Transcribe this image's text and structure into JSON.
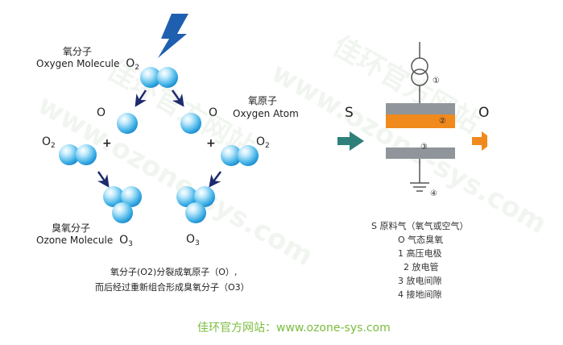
{
  "watermark": {
    "text_cn": "佳环官方网站",
    "text_en": "www.ozone-sys.com"
  },
  "left_diagram": {
    "oxygen_molecule": {
      "cn": "氧分子",
      "en": "Oxygen Molecule",
      "formula": "O",
      "sub": "2"
    },
    "oxygen_atom": {
      "cn": "氧原子",
      "en": "Oxygen Atom"
    },
    "ozone_molecule": {
      "cn": "臭氧分子",
      "en": "Ozone Molecule",
      "formula": "O",
      "sub": "3"
    },
    "atom_o": "O",
    "plus": "+",
    "o2_formula": "O",
    "o2_sub": "2",
    "o3_formula": "O",
    "o3_sub": "3",
    "caption_line1": "氧分子(O2)分裂成氧原子（O）,",
    "caption_line2": "而后经过重新组合形成臭氧分子（O3）"
  },
  "right_diagram": {
    "inlet_label": "S",
    "outlet_label": "O",
    "num_1": "①",
    "num_2": "②",
    "num_3": "③",
    "num_4": "④",
    "legend": [
      "S 原料气（氧气或空气）",
      "O 气态臭氧",
      "1 高压电极",
      "2 放电管",
      "3 放电间隙",
      "4 接地间隙"
    ]
  },
  "footer": {
    "site_label": "佳环官方网站：www.ozone-sys.com"
  },
  "colors": {
    "sphere_light": "#bfe9fb",
    "sphere_mid": "#3fb1e6",
    "sphere_dark": "#1a86c8",
    "bolt": "#1f5fb0",
    "arrow_dark": "#1e2a6e",
    "teal_arrow": "#2f7f7a",
    "orange": "#f08a1c",
    "grey_plate": "#8f959a",
    "footer_green": "#7bbd3f"
  }
}
